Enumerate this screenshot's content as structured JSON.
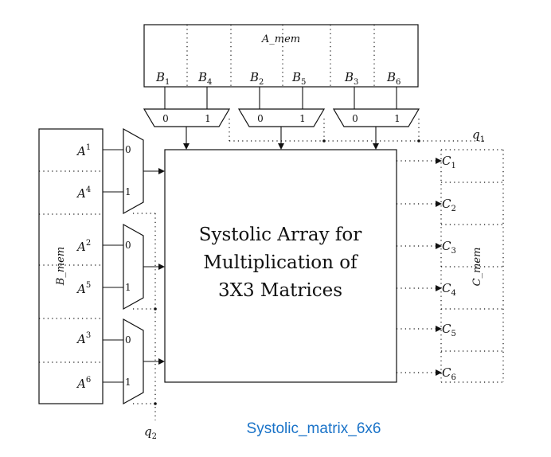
{
  "a_mem": {
    "label": "A_mem",
    "ports": [
      {
        "main": "B",
        "sub": "1"
      },
      {
        "main": "B",
        "sub": "4"
      },
      {
        "main": "B",
        "sub": "2"
      },
      {
        "main": "B",
        "sub": "5"
      },
      {
        "main": "B",
        "sub": "3"
      },
      {
        "main": "B",
        "sub": "6"
      }
    ]
  },
  "b_mem": {
    "label": "B_mem",
    "ports": [
      {
        "main": "A",
        "sup": "1"
      },
      {
        "main": "A",
        "sup": "4"
      },
      {
        "main": "A",
        "sup": "2"
      },
      {
        "main": "A",
        "sup": "5"
      },
      {
        "main": "A",
        "sup": "3"
      },
      {
        "main": "A",
        "sup": "6"
      }
    ]
  },
  "c_mem": {
    "label": "C_mem",
    "ports": [
      {
        "main": "C",
        "sub": "1"
      },
      {
        "main": "C",
        "sub": "2"
      },
      {
        "main": "C",
        "sub": "3"
      },
      {
        "main": "C",
        "sub": "4"
      },
      {
        "main": "C",
        "sub": "5"
      },
      {
        "main": "C",
        "sub": "6"
      }
    ]
  },
  "mux_inputs": [
    "0",
    "1"
  ],
  "select_signals": {
    "top": {
      "main": "q",
      "sub": "1"
    },
    "left": {
      "main": "q",
      "sub": "2"
    }
  },
  "systolic_array": {
    "lines": [
      "Systolic Array for",
      "Multiplication of",
      "3X3 Matrices"
    ]
  },
  "caption": {
    "text": "Systolic_matrix_6x6",
    "color": "#1a73c8"
  }
}
